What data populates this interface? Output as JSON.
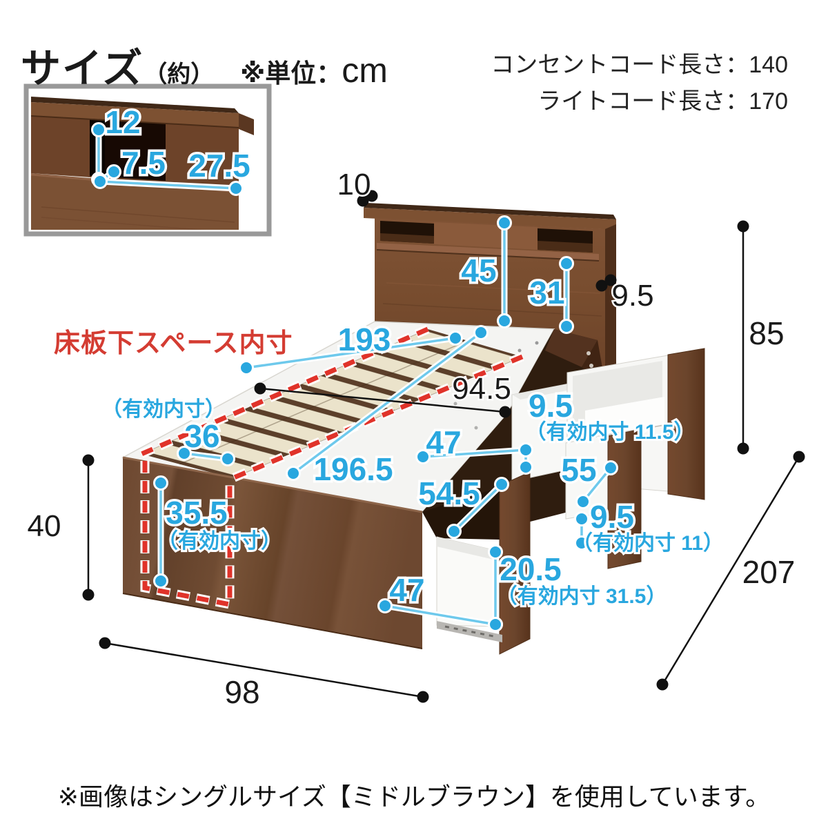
{
  "header": {
    "title": "サイズ",
    "approx": "（約）",
    "unit_prefix": "※単位：",
    "unit_value": "cm",
    "cord_line1": "コンセントコード長さ：140",
    "cord_line2": "ライトコード長さ：170"
  },
  "inset": {
    "slot_height": "12",
    "slot_offset": "7.5",
    "slot_width": "27.5"
  },
  "diagram": {
    "space_label": "床板下スペース内寸",
    "effective_left_note": "（有効内寸）",
    "dims": {
      "top_gap": "10",
      "headboard_inner_height": "45",
      "shelf_height": "31",
      "headboard_depth": "9.5",
      "total_height": "85",
      "under_slat_length": "193",
      "under_slat_width": "36",
      "deck_inner_width": "94.5",
      "drawer_top_depth": "9.5",
      "drawer_top_note": "（有効内寸 11.5）",
      "drawer_top_width": "47",
      "deck_length": "196.5",
      "drawer_rail_length": "55",
      "drawer_mid_length": "54.5",
      "drawer_mid_depth": "9.5",
      "drawer_mid_note": "（有効内寸 11）",
      "side_height": "40",
      "foot_inner_height": "35.5",
      "foot_inner_note": "（有効内寸）",
      "drawer_low_depth": "20.5",
      "drawer_low_note": "（有効内寸 31.5）",
      "drawer_low_width": "47",
      "bed_width": "98",
      "bed_length": "207"
    }
  },
  "footer": {
    "note": "※画像はシングルサイズ【ミドルブラウン】を使用しています。"
  },
  "colors": {
    "accent_cyan": "#29a7df",
    "dimension_black": "#1a1a1a",
    "warning_red": "#d43c32",
    "wood_mid_brown": "#7b4e31"
  }
}
